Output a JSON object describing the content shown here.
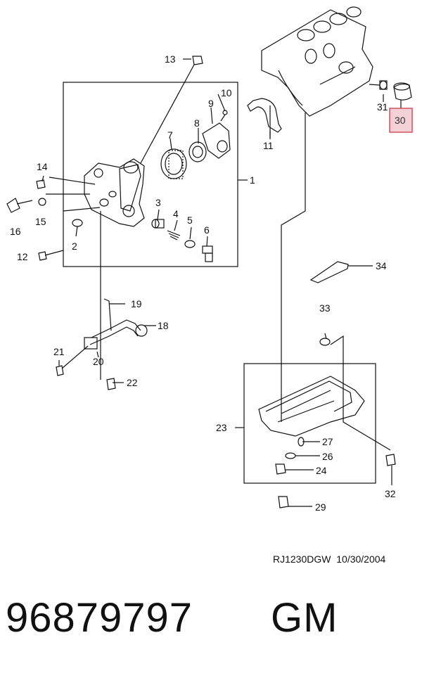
{
  "callouts": [
    {
      "id": "c1",
      "label": "1"
    },
    {
      "id": "c2",
      "label": "2"
    },
    {
      "id": "c3",
      "label": "3"
    },
    {
      "id": "c4",
      "label": "4"
    },
    {
      "id": "c5",
      "label": "5"
    },
    {
      "id": "c6",
      "label": "6"
    },
    {
      "id": "c7",
      "label": "7"
    },
    {
      "id": "c8",
      "label": "8"
    },
    {
      "id": "c9",
      "label": "9"
    },
    {
      "id": "c10",
      "label": "10"
    },
    {
      "id": "c11",
      "label": "11"
    },
    {
      "id": "c12",
      "label": "12"
    },
    {
      "id": "c13",
      "label": "13"
    },
    {
      "id": "c14",
      "label": "14"
    },
    {
      "id": "c15",
      "label": "15"
    },
    {
      "id": "c16",
      "label": "16"
    },
    {
      "id": "c18",
      "label": "18"
    },
    {
      "id": "c19",
      "label": "19"
    },
    {
      "id": "c20",
      "label": "20"
    },
    {
      "id": "c21",
      "label": "21"
    },
    {
      "id": "c22",
      "label": "22"
    },
    {
      "id": "c23",
      "label": "23"
    },
    {
      "id": "c24",
      "label": "24"
    },
    {
      "id": "c26",
      "label": "26"
    },
    {
      "id": "c27",
      "label": "27"
    },
    {
      "id": "c29",
      "label": "29"
    },
    {
      "id": "c30",
      "label": "30"
    },
    {
      "id": "c31",
      "label": "31"
    },
    {
      "id": "c32",
      "label": "32"
    },
    {
      "id": "c33",
      "label": "33"
    },
    {
      "id": "c34",
      "label": "34"
    }
  ],
  "highlighted_callout": "30",
  "highlight_color": "#f2d2d6",
  "highlight_border": "#d05060",
  "drawing_ref": "RJ1230DGW  10/30/2004",
  "part_number": "96879797",
  "manufacturer": "GM"
}
